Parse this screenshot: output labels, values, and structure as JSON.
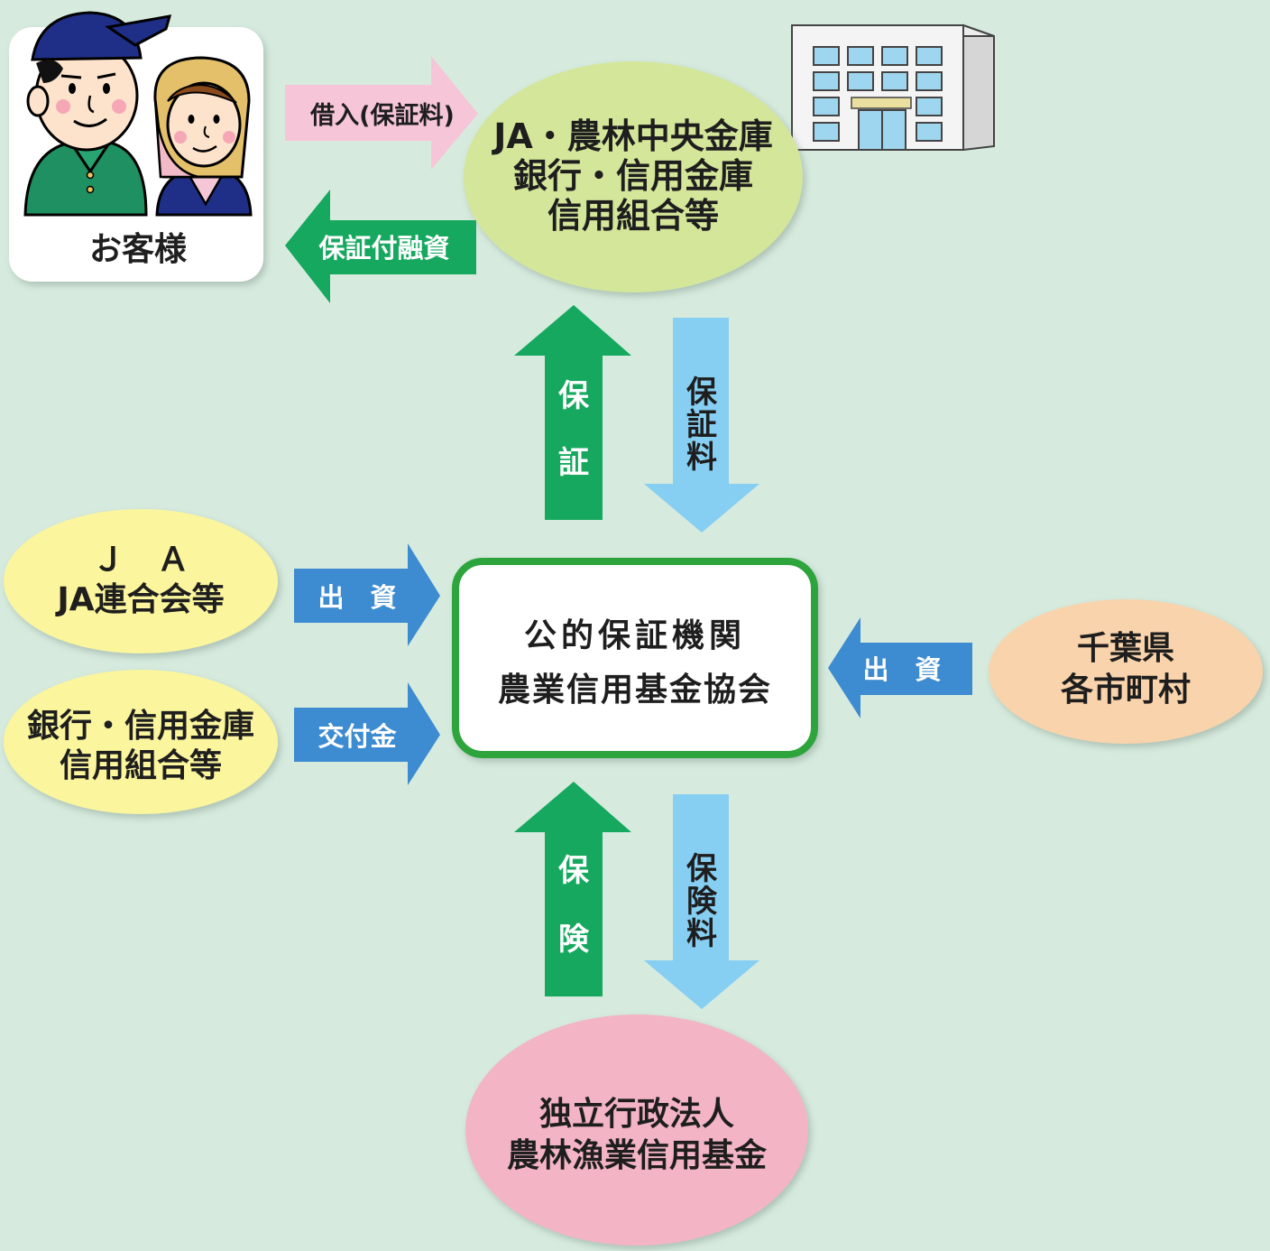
{
  "customer": {
    "label": "お客様"
  },
  "lender": {
    "lines": [
      "JA・農林中央金庫",
      "銀行・信用金庫",
      "信用組合等"
    ]
  },
  "guarantor": {
    "lines": [
      "公的保証機関",
      "農業信用基金協会"
    ]
  },
  "ja": {
    "lines": [
      "Ｊ　Ａ",
      "JA連合会等"
    ]
  },
  "banks": {
    "lines": [
      "銀行・信用金庫",
      "信用組合等"
    ]
  },
  "prefecture": {
    "lines": [
      "千葉県",
      "各市町村"
    ]
  },
  "national_fund": {
    "lines": [
      "独立行政法人",
      "農林漁業信用基金"
    ]
  },
  "arrows": {
    "borrow": "借入(保証料)",
    "guaranteed_loan": "保証付融資",
    "guarantee": [
      "保",
      "証"
    ],
    "guarantee_fee": [
      "保",
      "証",
      "料"
    ],
    "investment_ja": "出　資",
    "grant": "交付金",
    "investment_prefecture": "出　資",
    "insurance": [
      "保",
      "険"
    ],
    "insurance_fee": [
      "保",
      "険",
      "料"
    ]
  },
  "colors": {
    "background": "#d6ebde",
    "green_arrow": "#16a85f",
    "light_blue_arrow": "#86cef2",
    "blue_arrow": "#3d8bd0",
    "pink_arrow": "#f6c6d8",
    "lender_oval": "#d4e69a",
    "ja_oval": "#fbf59d",
    "prefecture_oval": "#f9d3ab",
    "fund_oval": "#f3b4c6",
    "guarantor_border": "#2da43e"
  }
}
